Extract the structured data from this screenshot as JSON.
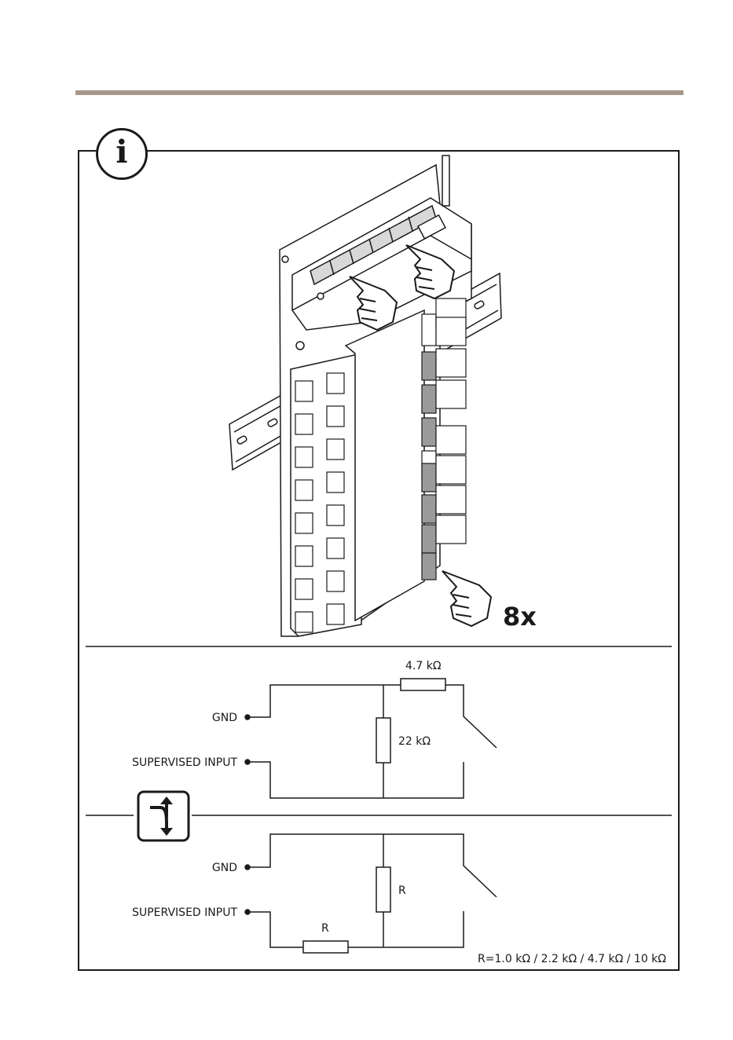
{
  "colors": {
    "accent_bar": "#a89789",
    "line": "#1a1a1a",
    "connector": "#9a9a9a"
  },
  "icons": {
    "info": "info-icon",
    "alternative": "split-arrow-icon",
    "hand": "pointing-hand-icon"
  },
  "header": {
    "info_glyph": "i"
  },
  "illustration": {
    "count_label": "8x"
  },
  "circuit1": {
    "resistor_top": "4.7 kΩ",
    "resistor_mid": "22 kΩ",
    "gnd_label": "GND",
    "input_label": "SUPERVISED INPUT"
  },
  "circuit2": {
    "resistor_mid": "R",
    "resistor_bottom": "R",
    "gnd_label": "GND",
    "input_label": "SUPERVISED INPUT",
    "values_note": "R=1.0 kΩ / 2.2 kΩ / 4.7 kΩ / 10 kΩ"
  }
}
